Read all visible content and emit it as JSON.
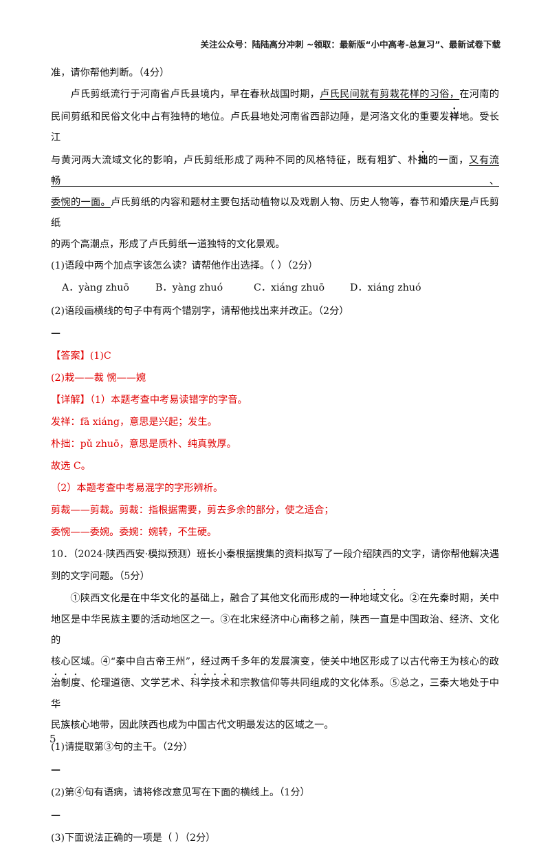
{
  "header": "关注公众号：陆陆高分冲刺 ~领取：最新版“小中高考-总复习”、最新试卷下载",
  "q9": {
    "intro_tail": "准，请你帮他判断。（4分）",
    "passage": {
      "s1": "卢氏剪纸流行于河南省卢氏县境内，早在春秋战国时期，",
      "s1_u": "卢氏民间就有剪栽花样的习俗，",
      "s1b": "在河南的",
      "s2": "民间剪纸和民俗文化中占有独特的地位。卢氏县地处河南省西部边陲，是河洛文化的重要发",
      "dot1": "祥",
      "s2b": "地。受长江",
      "s3": "与黄河两大流域文化的影响，卢氏剪纸形成了两种不同的风格特征，既有粗犷、朴",
      "dot2": "拙",
      "s3b": "的一面，",
      "s3_u": "又有流畅、",
      "s4_u": "委惋的一面。",
      "s4": "卢氏剪纸的内容和题材主要包括动植物以及戏剧人物、历史人物等，春节和婚庆是卢氏剪纸",
      "s5": "的两个高潮点，形成了卢氏剪纸一道独特的文化景观。"
    },
    "sub1": "(1)语段中两个加点字该怎么读？请帮他作出选择。（    ）（2分）",
    "options": [
      "A．yàng zhuō",
      "B．yàng zhuó",
      "C．xiáng zhuō",
      "D．xiáng zhuó"
    ],
    "sub2": "(2)语段画横线的句子中有两个错别字，请帮他找出来并改正。（2分）",
    "dash": "—"
  },
  "answer": {
    "tag": "【答案】",
    "a1": "(1)C",
    "a2": "(2)栽——裁  惋——婉",
    "detail_tag": "【详解】",
    "d1": "（1）本题考查中考易读错字的字音。",
    "d2": "发祥：fā xiáng，意思是兴起；发生。",
    "d3": "朴拙：pǔ zhuō，意思是质朴、纯真敦厚。",
    "d4": "故选 C。",
    "d5": "（2）本题考查中考易混字的字形辨析。",
    "d6": "剪裁——剪裁。剪裁：指根据需要，剪去多余的部分，使之适合；",
    "d7": "委惋——委婉。委婉：婉转，不生硬。"
  },
  "q10": {
    "l1": "10．（2024·陕西西安·模拟预测）班长小秦根据搜集的资料拟写了一段介绍陕西的文字，请你帮他解决遇",
    "l2": "到的文字问题。（5分）",
    "passage": {
      "p1a": "①陕西文化是在中华文化的基础上，融合了其他文化而形成的一种",
      "p1dot": "地域文化",
      "p1b": "。②在先秦时期，关中",
      "p2": "地区是中华民族主要的活动地区之一。③在北宋经济中心南移之前，陕西一直是中国政治、经济、文化的",
      "p3": "核心区域。④“秦中自古帝王州”，经过两千多年的发展演变，使关中地区形成了以古代帝王为核心的政",
      "p4a": "治制度",
      "p4b": "、伦理道德、文学艺术、",
      "p4dot": "科学技术",
      "p4c": "和宗教信仰等共同组成的文化体系。⑤总之，三秦大地处于中华",
      "p5": "民族核心地带，因此陕西也成为中国古代文明最发达的区域之一。"
    },
    "sub1": "(1)请提取第③句的主干。（2分）",
    "sub2": "(2)第④句有语病，请将修改意见写在下面的横线上。（1分）",
    "sub3": "(3)下面说法正确的一项是（    ）（2分）",
    "dash": "—"
  },
  "page_number": "5"
}
